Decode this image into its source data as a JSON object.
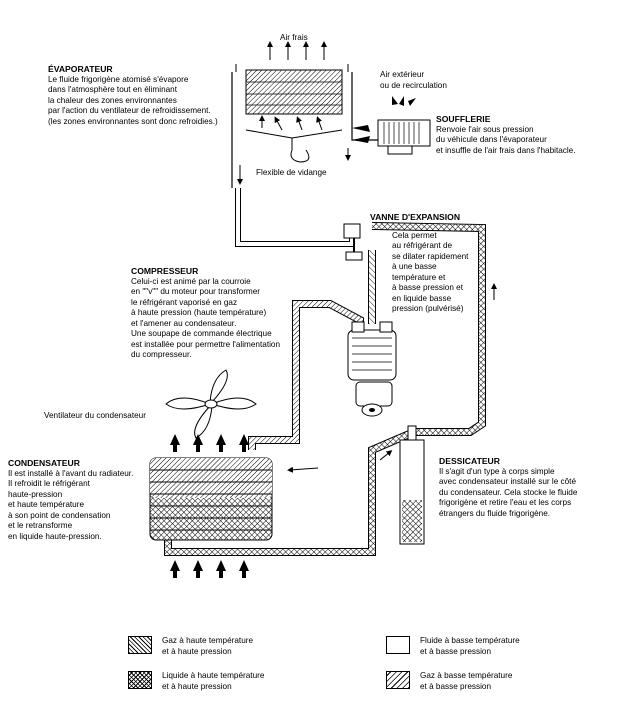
{
  "labels": {
    "air_frais": "Air frais",
    "air_exterieur": "Air extérieur\nou de recirculation",
    "flexible": "Flexible de vidange",
    "ventilateur": "Ventilateur du condensateur"
  },
  "evaporateur": {
    "title": "ÉVAPORATEUR",
    "body": "Le fluide frigorigène atomisé s'évapore\ndans l'atmosphère tout en éliminant\nla chaleur des zones environnantes\npar l'action du ventilateur de refroidissement.\n(les zones environnantes sont donc refroidies.)"
  },
  "soufflerie": {
    "title": "SOUFFLERIE",
    "body": "Renvoie l'air sous pression\ndu véhicule dans l'évaporateur\net insuffle de l'air frais dans l'habitacle."
  },
  "vanne": {
    "title": "VANNE D'EXPANSION",
    "body": "Cela permet\nau réfrigérant de\nse dilater rapidement\nà une basse\ntempérature et\nà basse pression et\nen liquide basse\npression (pulvérisé)"
  },
  "compresseur": {
    "title": "COMPRESSEUR",
    "body": "Celui-ci est animé par la courroie\nen \"\"v\"\" du moteur pour transformer\nle réfrigérant vaporisé en gaz\nà haute pression (haute température)\net l'amener au condensateur.\nUne soupape de commande électrique\nest installée pour permettre l'alimentation\ndu compresseur."
  },
  "condensateur": {
    "title": "CONDENSATEUR",
    "body": "Il est installé à l'avant du radiateur.\nIl refroidit le réfrigérant\nhaute-pression\net haute température\nà son point de condensation\net le retransforme\nen liquide haute-pression."
  },
  "dessicateur": {
    "title": "DESSICATEUR",
    "body": "Il s'agit d'un type à corps simple\navec condensateur installé sur le côté\ndu condensateur. Cela stocke le fluide\nfrigorigène et retire l'eau et les corps\nétrangers du fluide frigorigène."
  },
  "legend": [
    {
      "pattern": "gaz-haute",
      "text": "Gaz à haute température\net à haute pression"
    },
    {
      "pattern": "fluide-basse",
      "text": "Fluide à basse température\net à basse pression"
    },
    {
      "pattern": "liquide-haute",
      "text": "Liquide à haute température\net à haute pression"
    },
    {
      "pattern": "gaz-basse",
      "text": "Gaz à basse température\net à basse pression"
    }
  ]
}
